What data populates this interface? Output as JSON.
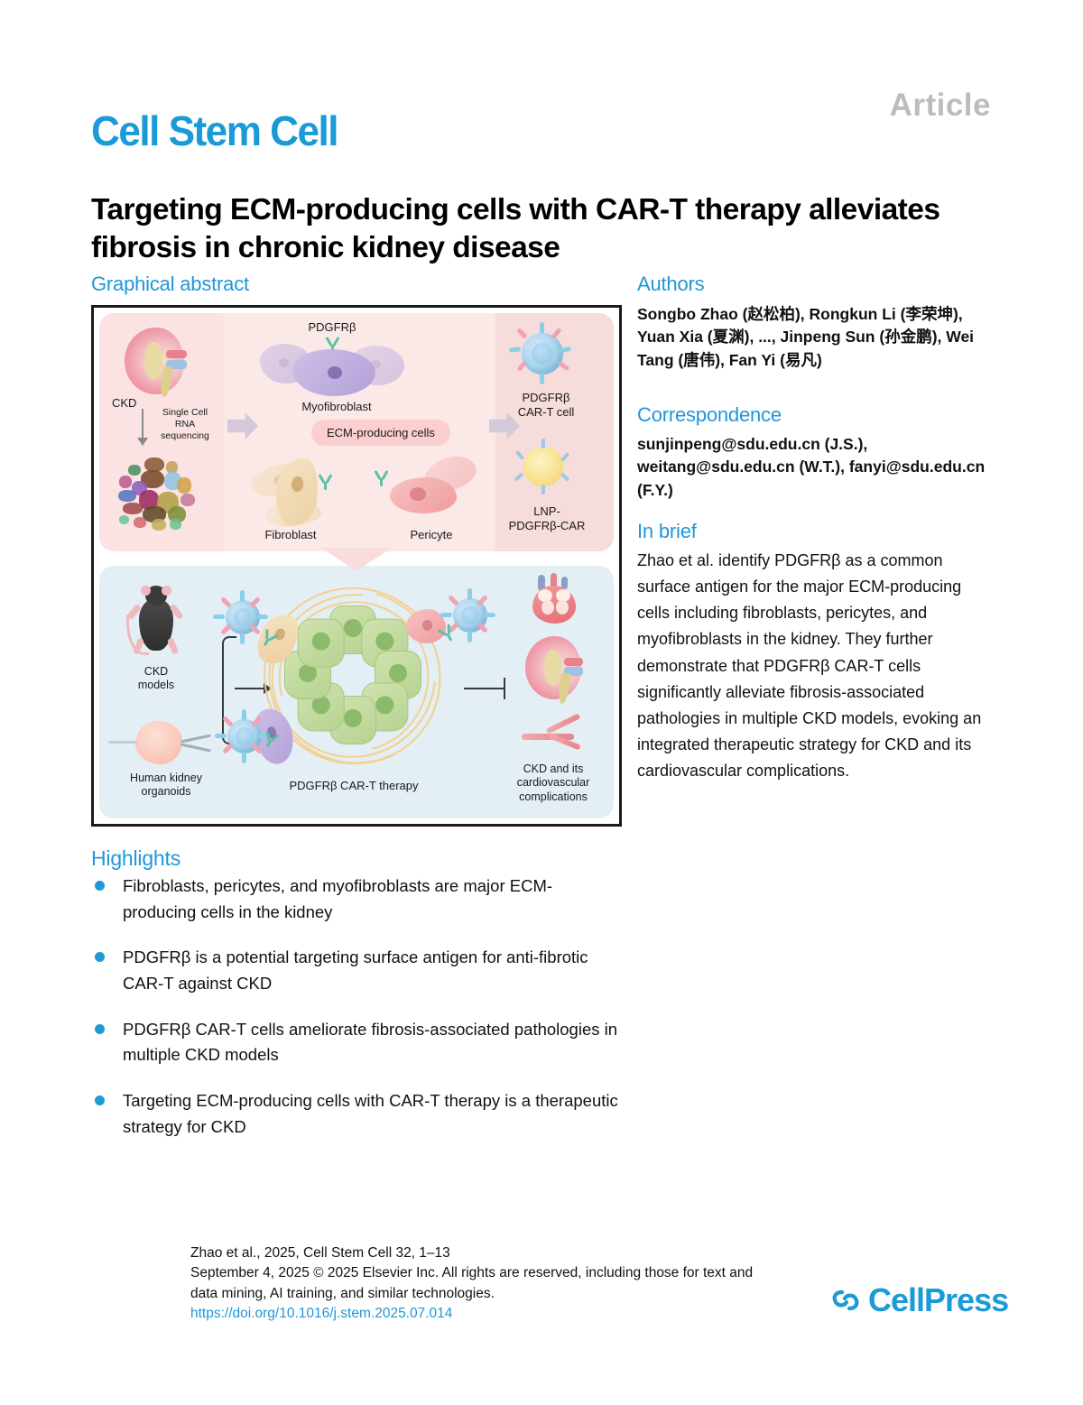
{
  "header": {
    "article_tag": "Article",
    "journal": "Cell Stem Cell",
    "title": "Targeting ECM-producing cells with CAR-T therapy alleviates fibrosis in chronic kidney disease"
  },
  "sections": {
    "graphical_abstract": "Graphical abstract",
    "authors": "Authors",
    "correspondence": "Correspondence",
    "in_brief": "In brief",
    "highlights": "Highlights"
  },
  "authors": {
    "list": "Songbo Zhao (赵松柏), Rongkun Li (李荣坤), Yuan Xia (夏渊), ..., Jinpeng Sun (孙金鹏), Wei Tang (唐伟), Fan Yi (易凡)"
  },
  "correspondence": {
    "emails": "sunjinpeng@sdu.edu.cn (J.S.), weitang@sdu.edu.cn (W.T.), fanyi@sdu.edu.cn (F.Y.)"
  },
  "in_brief": {
    "text": "Zhao et al. identify PDGFRβ as a common surface antigen for the major ECM-producing cells including fibroblasts, pericytes, and myofibroblasts in the kidney. They further demonstrate that PDGFRβ CAR-T cells significantly alleviate fibrosis-associated pathologies in multiple CKD models, evoking an integrated therapeutic strategy for CKD and its cardiovascular complications."
  },
  "highlights": {
    "items": [
      "Fibroblasts, pericytes, and myofibroblasts are major ECM-producing cells in the kidney",
      "PDGFRβ is a potential targeting surface antigen for anti-fibrotic CAR-T against CKD",
      "PDGFRβ CAR-T cells ameliorate fibrosis-associated pathologies in multiple CKD models",
      "Targeting ECM-producing cells with CAR-T therapy is a therapeutic strategy for CKD"
    ]
  },
  "graphical_abstract": {
    "top_panel": {
      "ckd": "CKD",
      "sequencing": "Single Cell\nRNA\nsequencing",
      "pdgfrb": "PDGFRβ",
      "myofibroblast": "Myofibroblast",
      "ecm_pill": "ECM-producing cells",
      "fibroblast": "Fibroblast",
      "pericyte": "Pericyte",
      "cart_cell": "PDGFRβ\nCAR-T cell",
      "lnp": "LNP-\nPDGFRβ-CAR"
    },
    "bottom_panel": {
      "ckd_models": "CKD\nmodels",
      "organoids": "Human kidney\norganoids",
      "therapy": "PDGFRβ CAR-T therapy",
      "outcome": "CKD and its\ncardiovascular\ncomplications"
    }
  },
  "footer": {
    "citation": "Zhao et al., 2025, Cell Stem Cell 32, 1–13",
    "copyright": "September 4, 2025 © 2025 Elsevier Inc. All rights are reserved, including those for text and data mining, AI training, and similar technologies.",
    "doi": "https://doi.org/10.1016/j.stem.2025.07.014",
    "publisher": "CellPress"
  },
  "colors": {
    "brand_blue": "#1a9ad7",
    "heading_blue": "#2196d8",
    "article_gray": "#bcbcbc",
    "panel_pink": "#fbe9e7",
    "panel_blue": "#e3eef5"
  }
}
